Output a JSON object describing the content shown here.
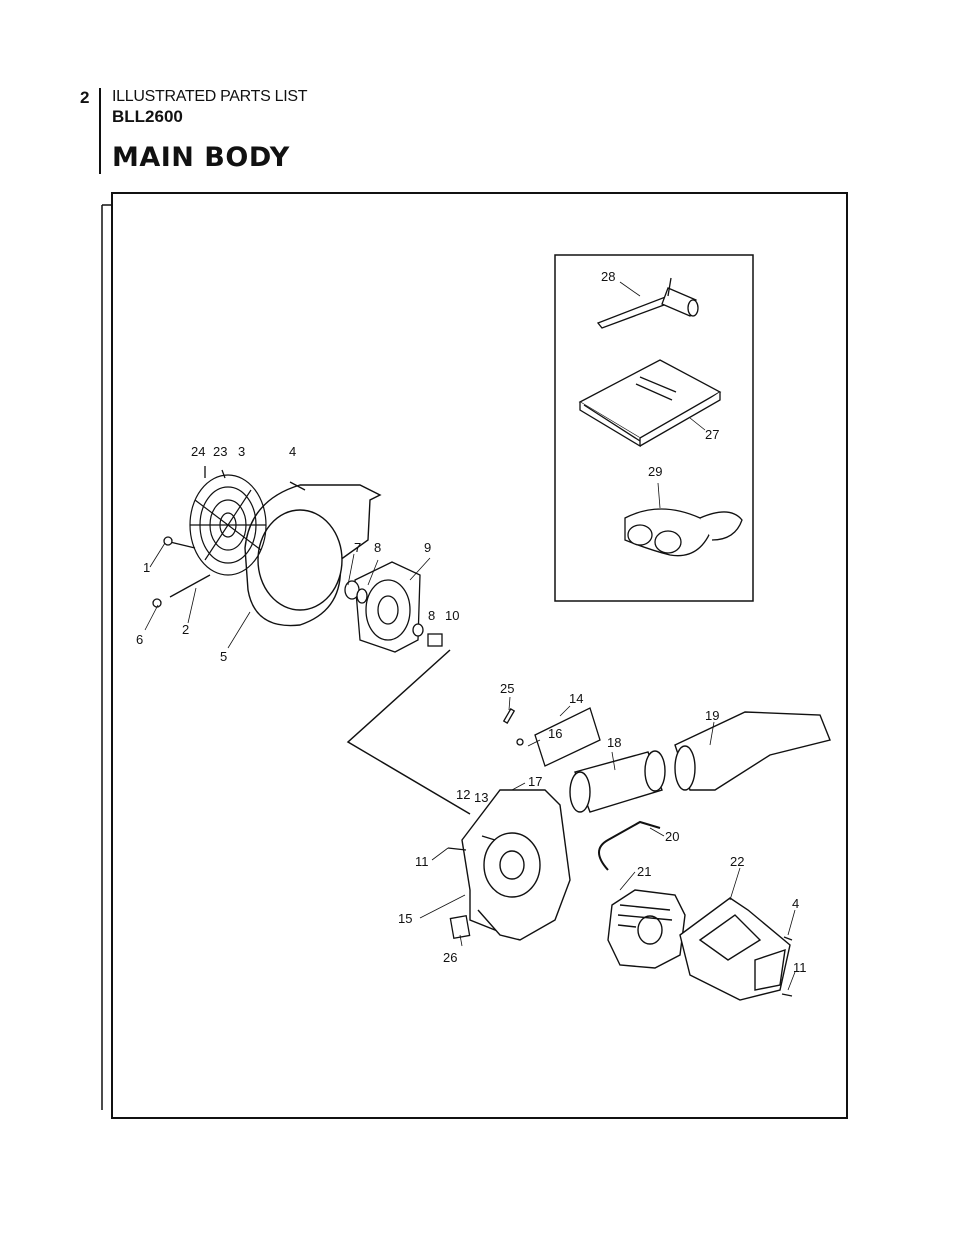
{
  "header": {
    "page_number": "2",
    "doc_type": "ILLUSTRATED PARTS LIST",
    "model": "BLL2600",
    "title": "MAIN BODY"
  },
  "diagram": {
    "callouts": [
      "24",
      "23",
      "3",
      "4",
      "1",
      "2",
      "6",
      "5",
      "7",
      "8",
      "9",
      "8",
      "10",
      "28",
      "27",
      "29",
      "25",
      "14",
      "16",
      "18",
      "19",
      "17",
      "12",
      "13",
      "20",
      "11",
      "21",
      "22",
      "4",
      "15",
      "26",
      "11"
    ]
  }
}
